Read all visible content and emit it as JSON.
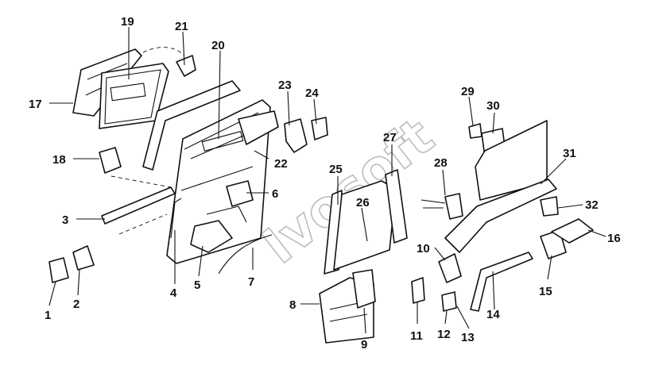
{
  "watermark": "Ivosoft",
  "callouts": [
    "1",
    "2",
    "3",
    "4",
    "5",
    "6",
    "7",
    "8",
    "9",
    "10",
    "11",
    "12",
    "13",
    "14",
    "15",
    "16",
    "17",
    "18",
    "19",
    "20",
    "21",
    "22",
    "23",
    "24",
    "25",
    "26",
    "27",
    "28",
    "29",
    "30",
    "31",
    "32"
  ]
}
